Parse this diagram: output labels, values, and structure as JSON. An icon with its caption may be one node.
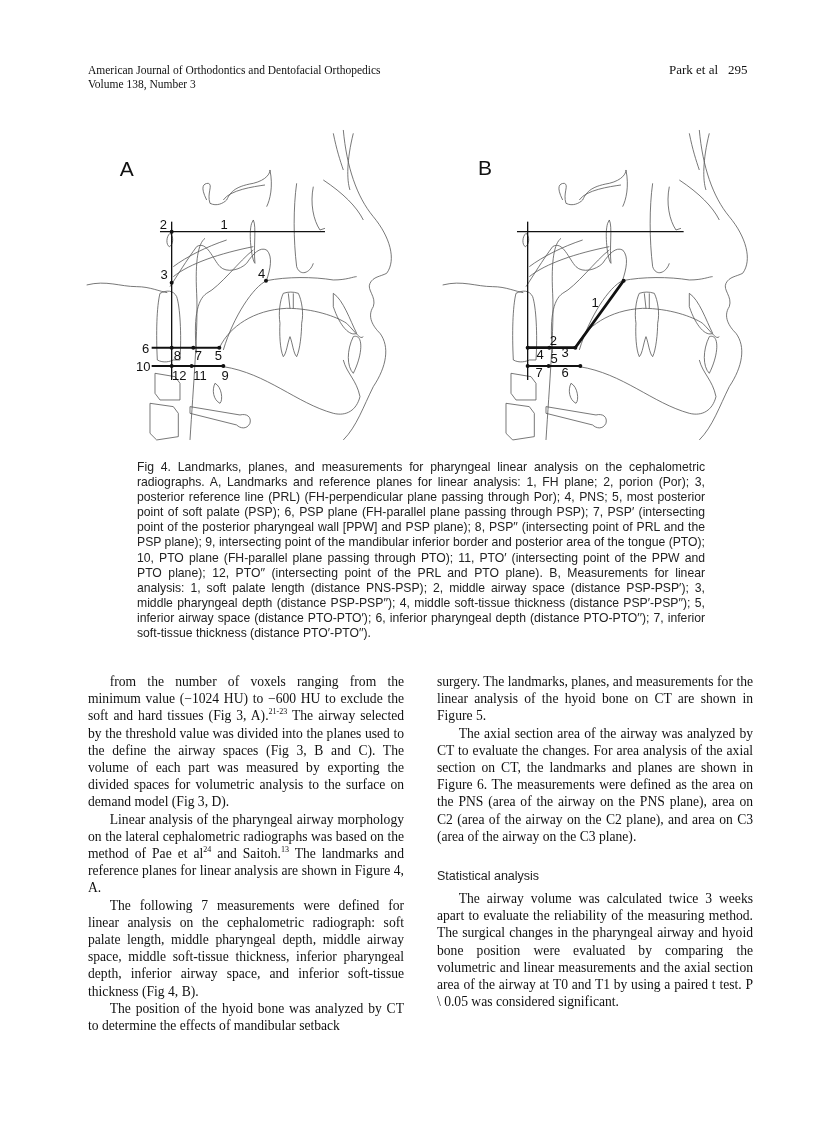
{
  "diagram": {
    "caption": "Fig 4. Landmarks, planes, and measurements for pharyngeal linear analysis on the cephalometric radiographs. A, Landmarks and reference planes for linear analysis: 1, FH plane; 2, porion (Por); 3, posterior reference line (PRL) (FH-perpendicular plane passing through Por); 4, PNS; 5, most posterior point of soft palate (PSP); 6, PSP plane (FH-parallel plane passing through PSP); 7, PSP′ (intersecting point of the posterior pharyngeal wall [PPW] and PSP plane); 8, PSP′′ (intersecting point of PRL and the PSP plane); 9, intersecting point of the mandibular inferior border and posterior area of the tongue (PTO); 10, PTO plane (FH-parallel plane passing through PTO); 11, PTO′ (intersecting point of the PPW and PTO plane); 12, PTO′′ (intersecting point of the PRL and PTO plane). B, Measurements for linear analysis: 1, soft palate length (distance PNS-PSP); 2, middle airway space (distance PSP-PSP′); 3, middle pharyngeal depth (distance PSP-PSP′′); 4, middle soft-tissue thickness (distance PSP′-PSP′′); 5, inferior airway space (distance PTO-PTO′); 6, inferior pharyngeal depth (distance PTO-PTO′′); 7, inferior soft-tissue thickness (distance PTO′-PTO′′).",
    "labels": [
      "American Journal of Orthodontics and Dentofacial Orthopedics",
      "Volume 138, Number 3",
      "Park et al",
      "295",
      "A",
      "2",
      "1",
      "3",
      "4",
      "6",
      "8",
      "7",
      "5",
      "10",
      "12",
      "11",
      "9",
      "B",
      "1",
      "2",
      "4",
      "3",
      "5",
      "7",
      "6",
      "from the number of voxels ranging from the minimum value (−1024 HU) to −600 HU to exclude the soft and hard tissues (Fig 3, A).$^{21-23}$ The airway selected by the threshold value was divided into the planes used to the define the airway spaces (Fig 3, B and C). The volume of each part was measured by exporting the divided spaces for volumetric analysis to the surface on demand model (Fig 3, D).",
      "Linear analysis of the pharyngeal airway morphology on the lateral cephalometric radiographs was based on the method of Pae et al$^{24}$ and Saitoh.$^{13}$ The landmarks and reference planes for linear analysis are shown in Figure 4, A.",
      "The following 7 measurements were defined for linear analysis on the cephalometric radiograph: soft palate length, middle pharyngeal depth, middle airway space, middle soft-tissue thickness, inferior pharyngeal depth, inferior airway space, and inferior soft-tissue thickness (Fig 4, B).",
      "The position of the hyoid bone was analyzed by CT to determine the effects of mandibular setback",
      "surgery. The landmarks, planes, and measurements for the linear analysis of the hyoid bone on CT are shown in Figure 5.",
      "The axial section area of the airway was analyzed by CT to evaluate the changes. For area analysis of the axial section on CT, the landmarks and planes are shown in Figure 6. The measurements were defined as the area on the PNS (area of the airway on the PNS plane), area on C2 (area of the airway on the C2 plane), and area on C3 (area of the airway on the C3 plane).",
      "Statistical analysis",
      "The airway volume was calculated twice 3 weeks apart to evaluate the reliability of the measuring method. The surgical changes in the pharyngeal airway and hyoid bone position were evaluated by comparing the volumetric and linear measurements and the axial section area of the airway at T0 and T1 by using a paired t test. P \\ 0.05 was considered significant."
    ]
  }
}
